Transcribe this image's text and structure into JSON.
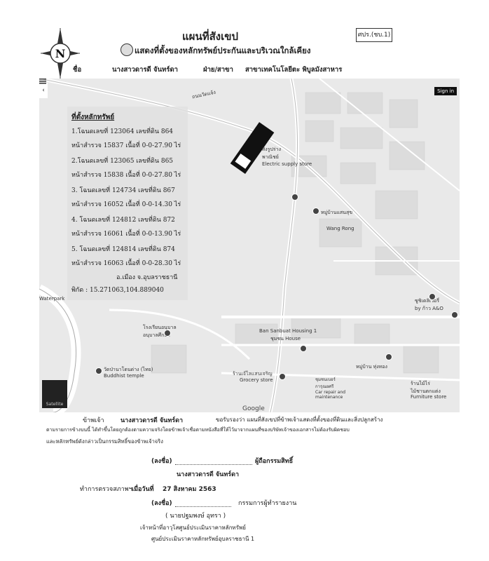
{
  "header": {
    "title": "แผนที่สังเขป",
    "subtitle": "แสดงที่ตั้งของหลักทรัพย์ประกันและบริเวณใกล้เคียง",
    "form_code": "ศปร.(ชบ.1)",
    "compass_letter": "N"
  },
  "info": {
    "name_label": "ชื่อ",
    "name_value": "นางสาวดารดี จันทร์ดา",
    "dept_label": "ฝ่าย/สาขา",
    "dept_value": "สาขาเทคโนโลยีตะ พิบูลมังสาหาร"
  },
  "map": {
    "parcel_heading": "ที่ตั้งหลักทรัพย์",
    "parcels": [
      {
        "line1": "1.โฉนดเลขที่ 123064 เลขที่ดิน 864",
        "line2": "หน้าสำรวจ 15837 เนื้อที่ 0-0-27.90 ไร่"
      },
      {
        "line1": "2.โฉนดเลขที่ 123065 เลขที่ดิน 865",
        "line2": "หน้าสำรวจ 15838 เนื้อที่ 0-0-27.80 ไร่"
      },
      {
        "line1": "3. โฉนดเลขที่ 124734 เลขที่ดิน 867",
        "line2": "หน้าสำรวจ 16052 เนื้อที่ 0-0-14.30 ไร่"
      },
      {
        "line1": "4. โฉนดเลขที่ 124812 เลขที่ดิน 872",
        "line2": "หน้าสำรวจ 16061 เนื้อที่ 0-0-13.90 ไร่"
      },
      {
        "line1": "5. โฉนดเลขที่ 124814 เลขที่ดิน 874",
        "line2": "หน้าสำรวจ 16063 เนื้อที่ 0-0-28.30 ไร่"
      }
    ],
    "district": "อ.เมือง จ.อุบลราชธานี",
    "coordinates": "พิกัด : 15.271063,104.889040",
    "labels": {
      "electric": "สิ่งรูปร่าง\nพาณิชย์\nElectric supply store",
      "school": "หมู่บ้านแสนสุข",
      "road": "Wang Rong",
      "housing": "Ban Sanbuat Housing 1",
      "housing_sub": "ชุมชน House",
      "kindergarten": "โรงเรียนอนุบาล\nอนุบาลศึกษา",
      "temple": "วัดป่านาโดนด่าง (ไทย)",
      "temple_sub": "Buddhist temple",
      "grocery": "ร้านเจ้ไลแสนเจริญ",
      "grocery_sub": "Grocery store",
      "village": "หมู่บ้าน ทุ่งทอง",
      "shop": "ซูชิเดลิเวอรี่\nby ก้าว A&O",
      "furniture": "ร้านไม้ไร่\nไม้ชานตกแต่ง",
      "furniture_sub": "Furniture store",
      "community": "ชุมชนเบอร์\nการุณยศรี\nCar repair and\nmaintenance",
      "waterpark": "Waterpark",
      "road_top": "ถนนวัดแจ้ง",
      "google": "Google",
      "satellite": "Satellite",
      "sign_in": "Sign in",
      "left_tab": "‹"
    }
  },
  "footer": {
    "applicant_label": "ข้าพเจ้า",
    "applicant_name": "นางสาวดารดี จันทร์ดา",
    "certify_text": "ขอรับรองว่า แผนที่สังเขปที่ข้าพเจ้าแสดงที่ตั้งของที่ดินและสิ่งปลูกสร้าง",
    "line2": "ตามรายการข้างบนนี้ ได้ทำขึ้นโดยถูกต้องตามความจริงโดยข้าพเจ้าเชื่อตามหนังสือที่ให้ไว้มาจากแผนที่ของบริษัทเจ้าของเอกสารไม่ต้องรับผิดชอบ",
    "line3": "และหลักทรัพย์ดังกล่าวเป็นกรรมสิทธิ์ของข้าพเจ้าจริง",
    "sign1_label": "(ลงชื่อ)",
    "sign1_role": "ผู้ถือกรรมสิทธิ์",
    "sign1_name": "นางสาวดารดี จันทร์ดา",
    "inspect_label": "ทำการตรวจสภาพฯ",
    "date_label": "เมื่อวันที่",
    "date_value": "27 สิงหาคม 2563",
    "sign2_label": "(ลงชื่อ)",
    "sign2_role": "กรรมการผู้ทำรายงาน",
    "sign2_name": "( นายปฐมพงษ์ อุทรา )",
    "office1": "เจ้าหน้าที่อาวุโสศูนย์ประเมินราคาหลักทรัพย์",
    "office2": "ศูนย์ประเมินราคาหลักทรัพย์อุบลราชธานี 1"
  }
}
